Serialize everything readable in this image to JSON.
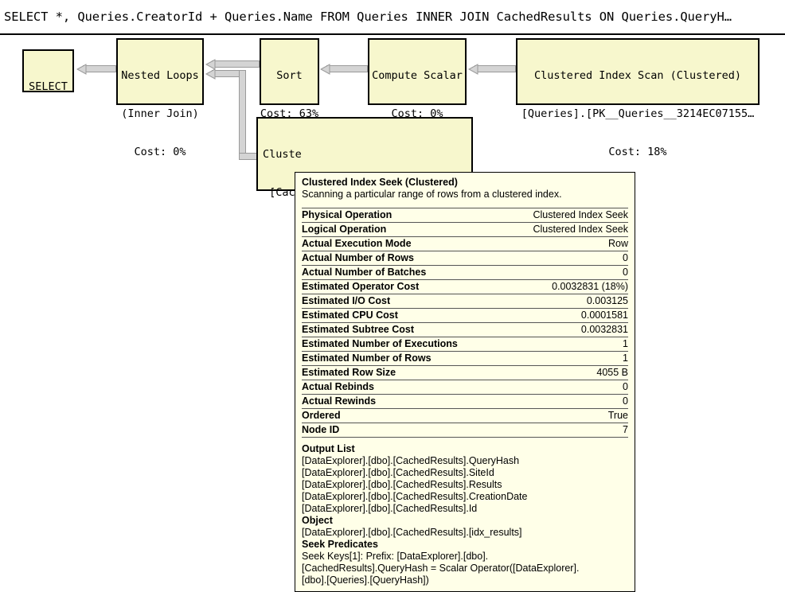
{
  "query": {
    "text": "SELECT *, Queries.CreatorId + Queries.Name FROM Queries INNER JOIN CachedResults ON Queries.QueryH…"
  },
  "plan": {
    "nodes": [
      {
        "id": "select",
        "icon": "select-result-icon",
        "lines": [
          "SELECT"
        ]
      },
      {
        "id": "nested-loops",
        "icon": "nested-loops-icon",
        "lines": [
          "Nested Loops",
          "(Inner Join)",
          "Cost: 0%"
        ]
      },
      {
        "id": "sort",
        "icon": "sort-icon",
        "lines": [
          "Sort",
          "Cost: 63%"
        ]
      },
      {
        "id": "compute-scalar",
        "icon": "compute-scalar-icon",
        "lines": [
          "Compute Scalar",
          "Cost: 0%"
        ]
      },
      {
        "id": "clustered-index-scan",
        "icon": "clustered-index-scan-icon",
        "lines": [
          "Clustered Index Scan (Clustered)",
          "[Queries].[PK__Queries__3214EC07155…",
          "Cost: 18%"
        ]
      },
      {
        "id": "clustered-index-seek",
        "icon": "clustered-index-seek-icon",
        "lines": [
          "Cluste",
          " [Cach"
        ]
      }
    ]
  },
  "tooltip": {
    "title": "Clustered Index Seek (Clustered)",
    "subtitle": "Scanning a particular range of rows from a clustered index.",
    "rows": [
      {
        "key": "Physical Operation",
        "value": "Clustered Index Seek"
      },
      {
        "key": "Logical Operation",
        "value": "Clustered Index Seek"
      },
      {
        "key": "Actual Execution Mode",
        "value": "Row"
      },
      {
        "key": "Actual Number of Rows",
        "value": "0"
      },
      {
        "key": "Actual Number of Batches",
        "value": "0"
      },
      {
        "key": "Estimated Operator Cost",
        "value": "0.0032831 (18%)"
      },
      {
        "key": "Estimated I/O Cost",
        "value": "0.003125"
      },
      {
        "key": "Estimated CPU Cost",
        "value": "0.0001581"
      },
      {
        "key": "Estimated Subtree Cost",
        "value": "0.0032831"
      },
      {
        "key": "Estimated Number of Executions",
        "value": "1"
      },
      {
        "key": "Estimated Number of Rows",
        "value": "1"
      },
      {
        "key": "Estimated Row Size",
        "value": "4055 B"
      },
      {
        "key": "Actual Rebinds",
        "value": "0"
      },
      {
        "key": "Actual Rewinds",
        "value": "0"
      },
      {
        "key": "Ordered",
        "value": "True"
      },
      {
        "key": "Node ID",
        "value": "7"
      }
    ],
    "output_list": {
      "header": "Output List",
      "lines": [
        "[DataExplorer].[dbo].[CachedResults].QueryHash",
        "[DataExplorer].[dbo].[CachedResults].SiteId",
        "[DataExplorer].[dbo].[CachedResults].Results",
        "[DataExplorer].[dbo].[CachedResults].CreationDate",
        "[DataExplorer].[dbo].[CachedResults].Id"
      ]
    },
    "object": {
      "header": "Object",
      "lines": [
        "[DataExplorer].[dbo].[CachedResults].[idx_results]"
      ]
    },
    "seek_predicates": {
      "header": "Seek Predicates",
      "lines": [
        "Seek Keys[1]: Prefix: [DataExplorer].[dbo].",
        "[CachedResults].QueryHash = Scalar Operator([DataExplorer].",
        "[dbo].[Queries].[QueryHash])"
      ]
    }
  },
  "colors": {
    "node_fill": "#f7f7cd",
    "tooltip_fill": "#ffffe8",
    "connector": "#d4d4d4"
  }
}
